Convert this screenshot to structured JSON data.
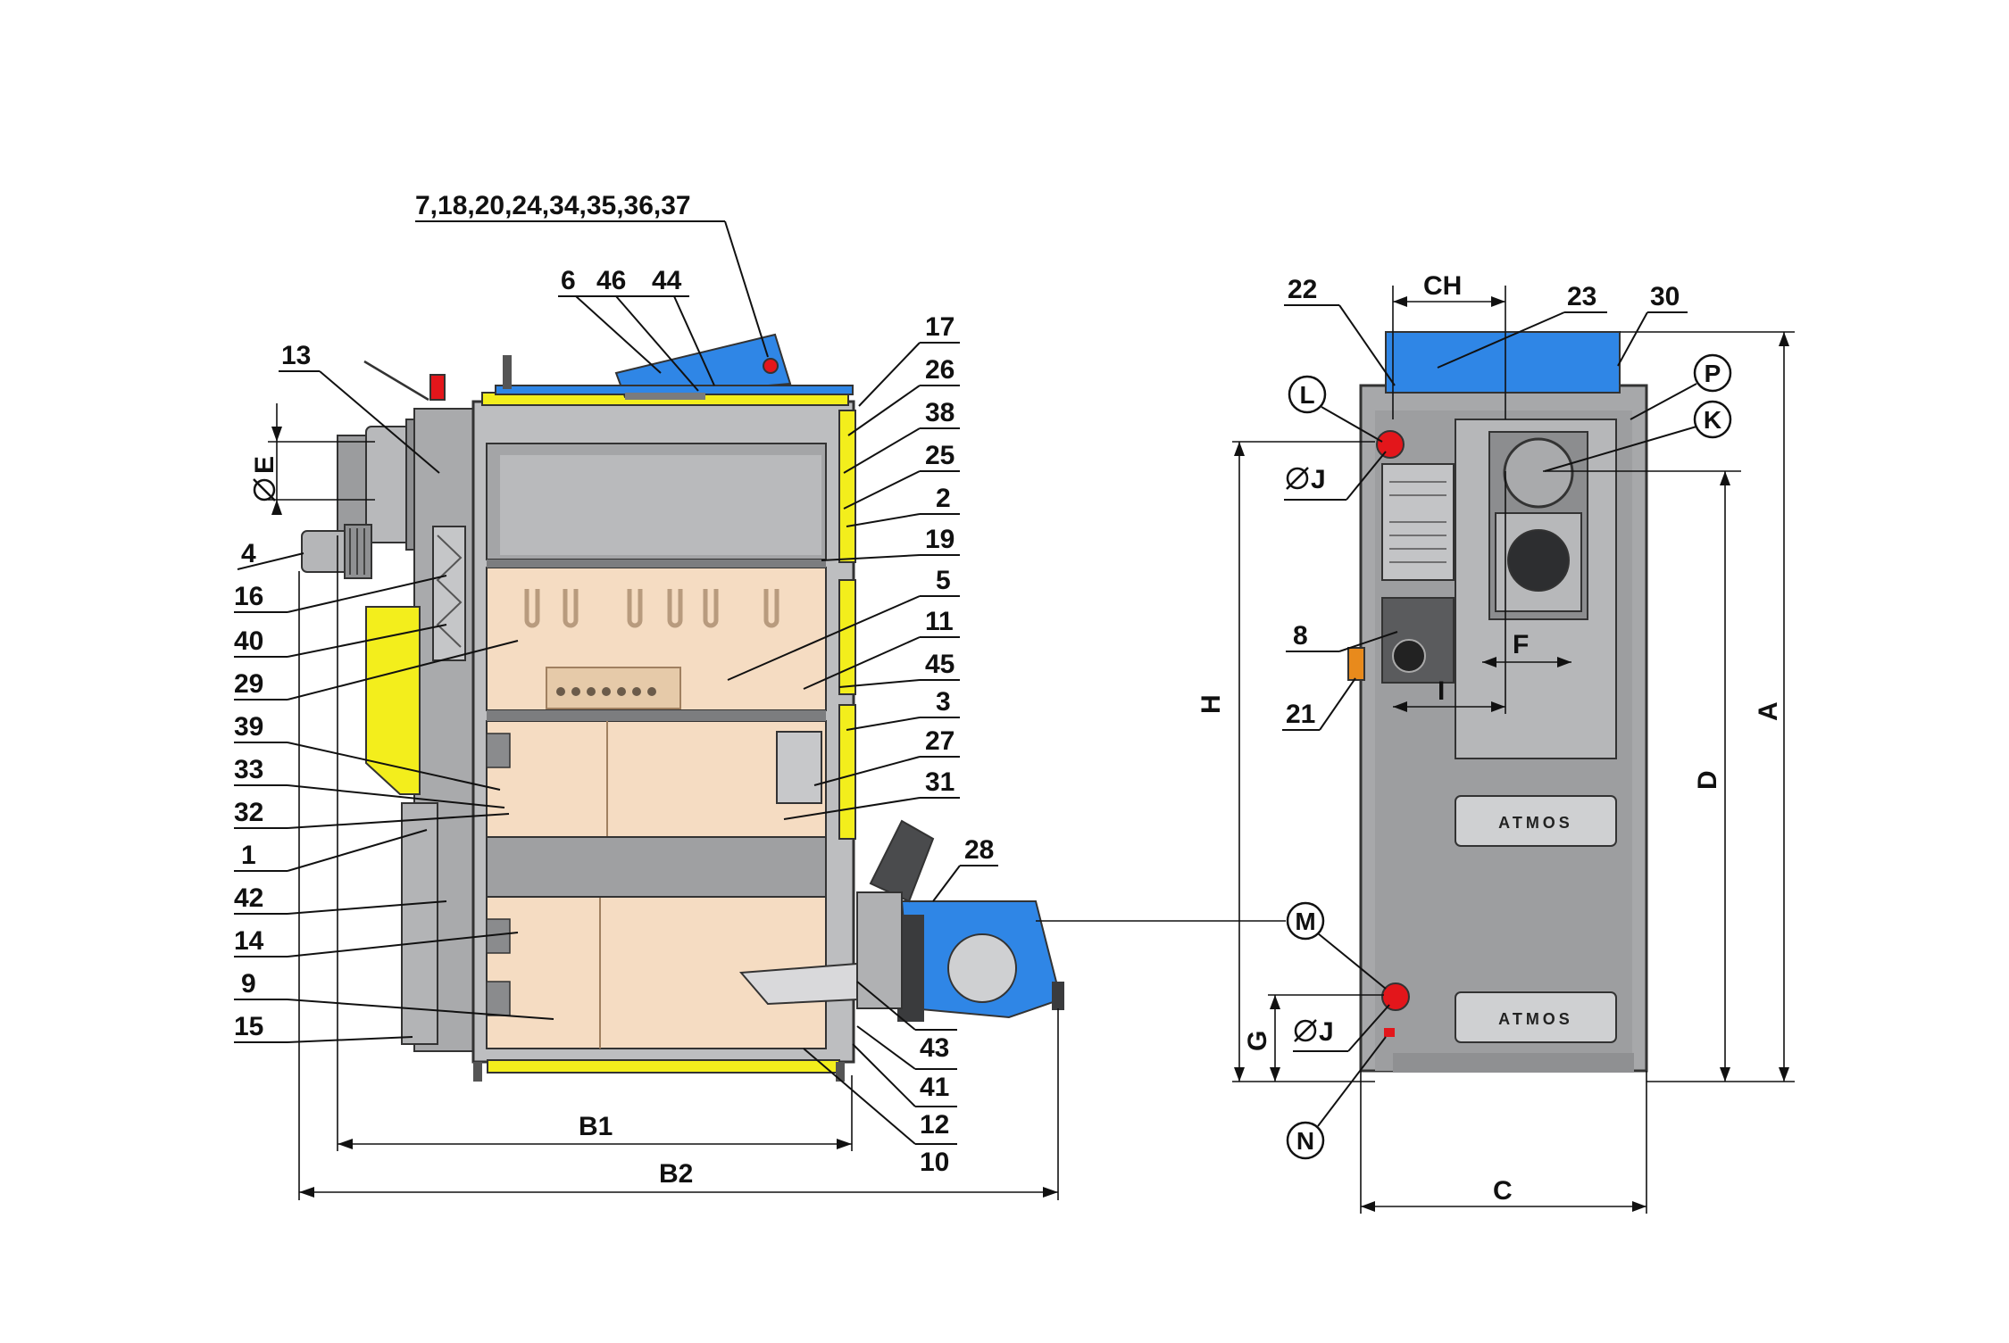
{
  "left_view": {
    "top_callout": "7,18,20,24,34,35,36,37",
    "labels_top": [
      "6",
      "46",
      "44"
    ],
    "labels_left": [
      "13",
      "4",
      "16",
      "40",
      "29",
      "39",
      "33",
      "32",
      "1",
      "42",
      "14",
      "9",
      "15"
    ],
    "labels_right": [
      "17",
      "26",
      "38",
      "25",
      "2",
      "19",
      "5",
      "11",
      "45",
      "3",
      "27",
      "31",
      "28",
      "43",
      "41",
      "12",
      "10"
    ],
    "dim_diameter": "E",
    "dim_b1": "B1",
    "dim_b2": "B2"
  },
  "right_view": {
    "dim_ch": "CH",
    "labels_top": [
      "22",
      "23",
      "30"
    ],
    "circle_labels": [
      "L",
      "P",
      "K",
      "M",
      "N"
    ],
    "diameter_j": "J",
    "labels_left": [
      "8",
      "21"
    ],
    "dim_f": "F",
    "dim_i": "I",
    "dim_h": "H",
    "dim_d": "D",
    "dim_a": "A",
    "dim_g": "G",
    "dim_c": "C",
    "brand_plate": "ATMOS"
  },
  "colors": {
    "yellow": "#f3ee1c",
    "blue": "#2f86e6",
    "grey": "#a7a7a9",
    "dark_grey": "#6f7072",
    "beige": "#f5dcc2",
    "red": "#e3161b"
  }
}
